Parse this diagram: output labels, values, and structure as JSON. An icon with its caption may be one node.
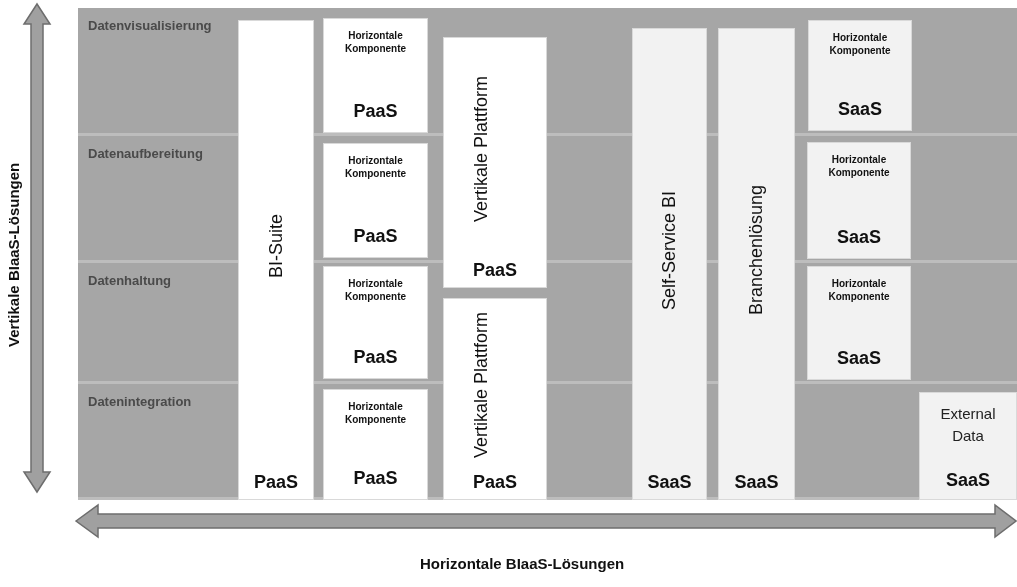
{
  "diagram": {
    "nodes": [
      {
        "text": [
          "Datenvisualisierung"
        ]
      },
      {
        "text": [
          "Datenaufbereitung"
        ]
      },
      {
        "text": [
          "Datenhaltung"
        ]
      },
      {
        "text": [
          "Datenintegration"
        ]
      },
      {
        "text": [
          "BI-Suite",
          "PaaS"
        ]
      },
      {
        "text": [
          "Horizontale Komponente",
          "PaaS"
        ],
        "in": 0
      },
      {
        "text": [
          "Horizontale Komponente",
          "PaaS"
        ],
        "in": 1
      },
      {
        "text": [
          "Horizontale Komponente",
          "PaaS"
        ],
        "in": 2
      },
      {
        "text": [
          "Horizontale Komponente",
          "PaaS"
        ],
        "in": 3
      },
      {
        "text": [
          "Vertikale Plattform",
          "PaaS"
        ]
      },
      {
        "text": [
          "Vertikale Plattform",
          "PaaS"
        ]
      },
      {
        "text": [
          "Self-Service BI",
          "SaaS"
        ]
      },
      {
        "text": [
          "Branchenlösung",
          "SaaS"
        ]
      },
      {
        "text": [
          "Horizontale Komponente",
          "SaaS"
        ],
        "in": 0
      },
      {
        "text": [
          "Horizontale Komponente",
          "SaaS"
        ],
        "in": 1
      },
      {
        "text": [
          "Horizontale Komponente",
          "SaaS"
        ],
        "in": 2
      },
      {
        "text": [
          "External Data",
          "SaaS"
        ],
        "in": 3
      }
    ],
    "labels": [
      "Vertikale BIaaS-Lösungen",
      "Horizontale BIaaS-Lösungen"
    ]
  }
}
